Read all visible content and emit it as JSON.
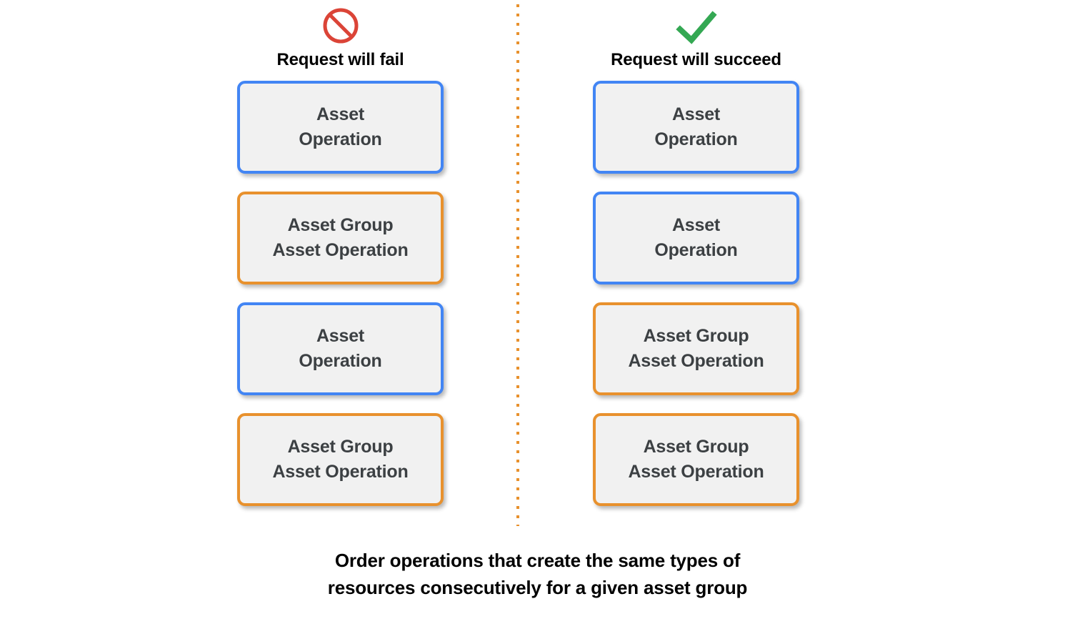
{
  "colors": {
    "asset_border": "#4285F4",
    "asset_group_border": "#E8912D",
    "box_fill": "#F1F1F1",
    "box_text": "#3C4043",
    "fail_icon": "#DB4437",
    "succeed_icon": "#34A853",
    "divider": "#E8912D",
    "background": "#FFFFFF"
  },
  "columns": [
    {
      "id": "fail",
      "icon": "prohibited-icon",
      "header": "Request will fail",
      "boxes": [
        {
          "type": "asset",
          "label": "Asset\nOperation"
        },
        {
          "type": "asset-group",
          "label": "Asset Group\nAsset Operation"
        },
        {
          "type": "asset",
          "label": "Asset\nOperation"
        },
        {
          "type": "asset-group",
          "label": "Asset Group\nAsset Operation"
        }
      ]
    },
    {
      "id": "succeed",
      "icon": "checkmark-icon",
      "header": "Request will succeed",
      "boxes": [
        {
          "type": "asset",
          "label": "Asset\nOperation"
        },
        {
          "type": "asset",
          "label": "Asset\nOperation"
        },
        {
          "type": "asset-group",
          "label": "Asset Group\nAsset Operation"
        },
        {
          "type": "asset-group",
          "label": "Asset Group\nAsset Operation"
        }
      ]
    }
  ],
  "caption": "Order operations that create the same types of\nresources consecutively for a given asset group"
}
